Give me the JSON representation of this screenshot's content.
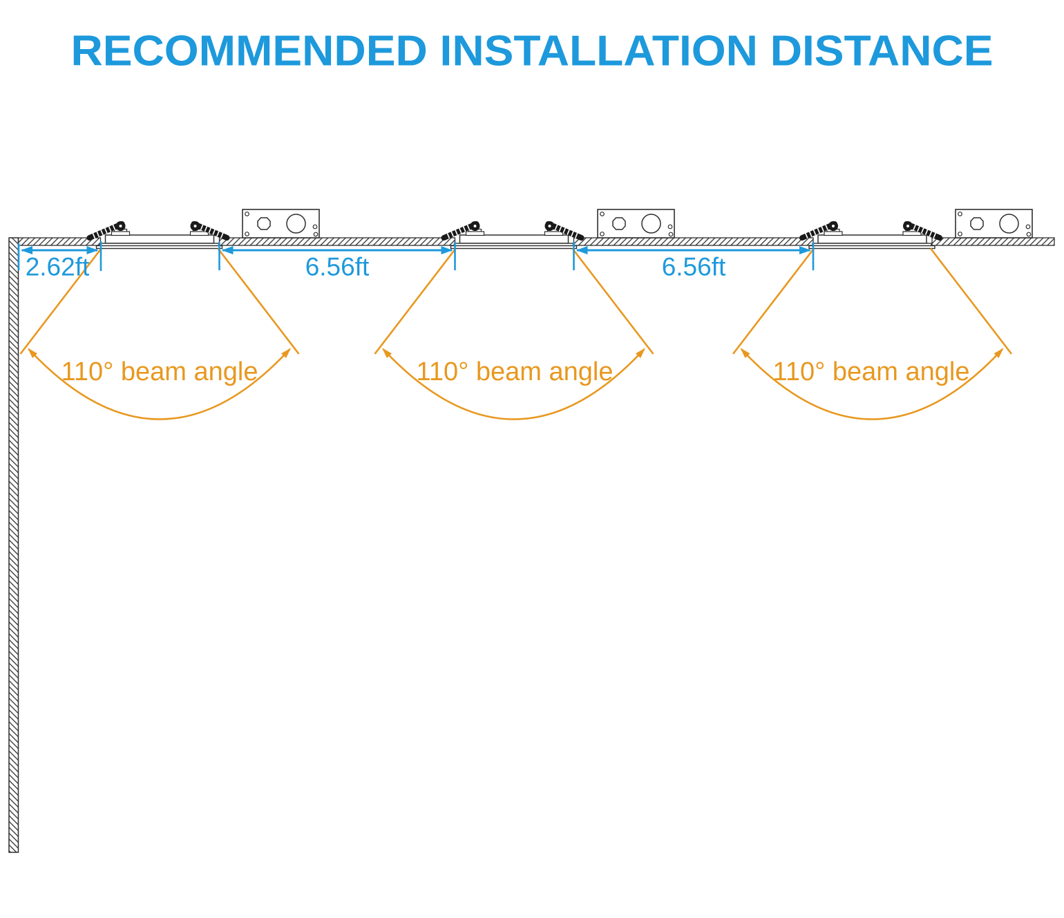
{
  "title": "RECOMMENDED INSTALLATION DISTANCE",
  "colors": {
    "accent_blue": "#1D99DC",
    "accent_orange": "#E8981F",
    "line": "#2E2E2E"
  },
  "dimensions": {
    "wall_to_first_light": "2.62ft",
    "light_spacing_1": "6.56ft",
    "light_spacing_2": "6.56ft"
  },
  "beam_angles": [
    "110° beam angle",
    "110° beam angle",
    "110° beam angle"
  ]
}
